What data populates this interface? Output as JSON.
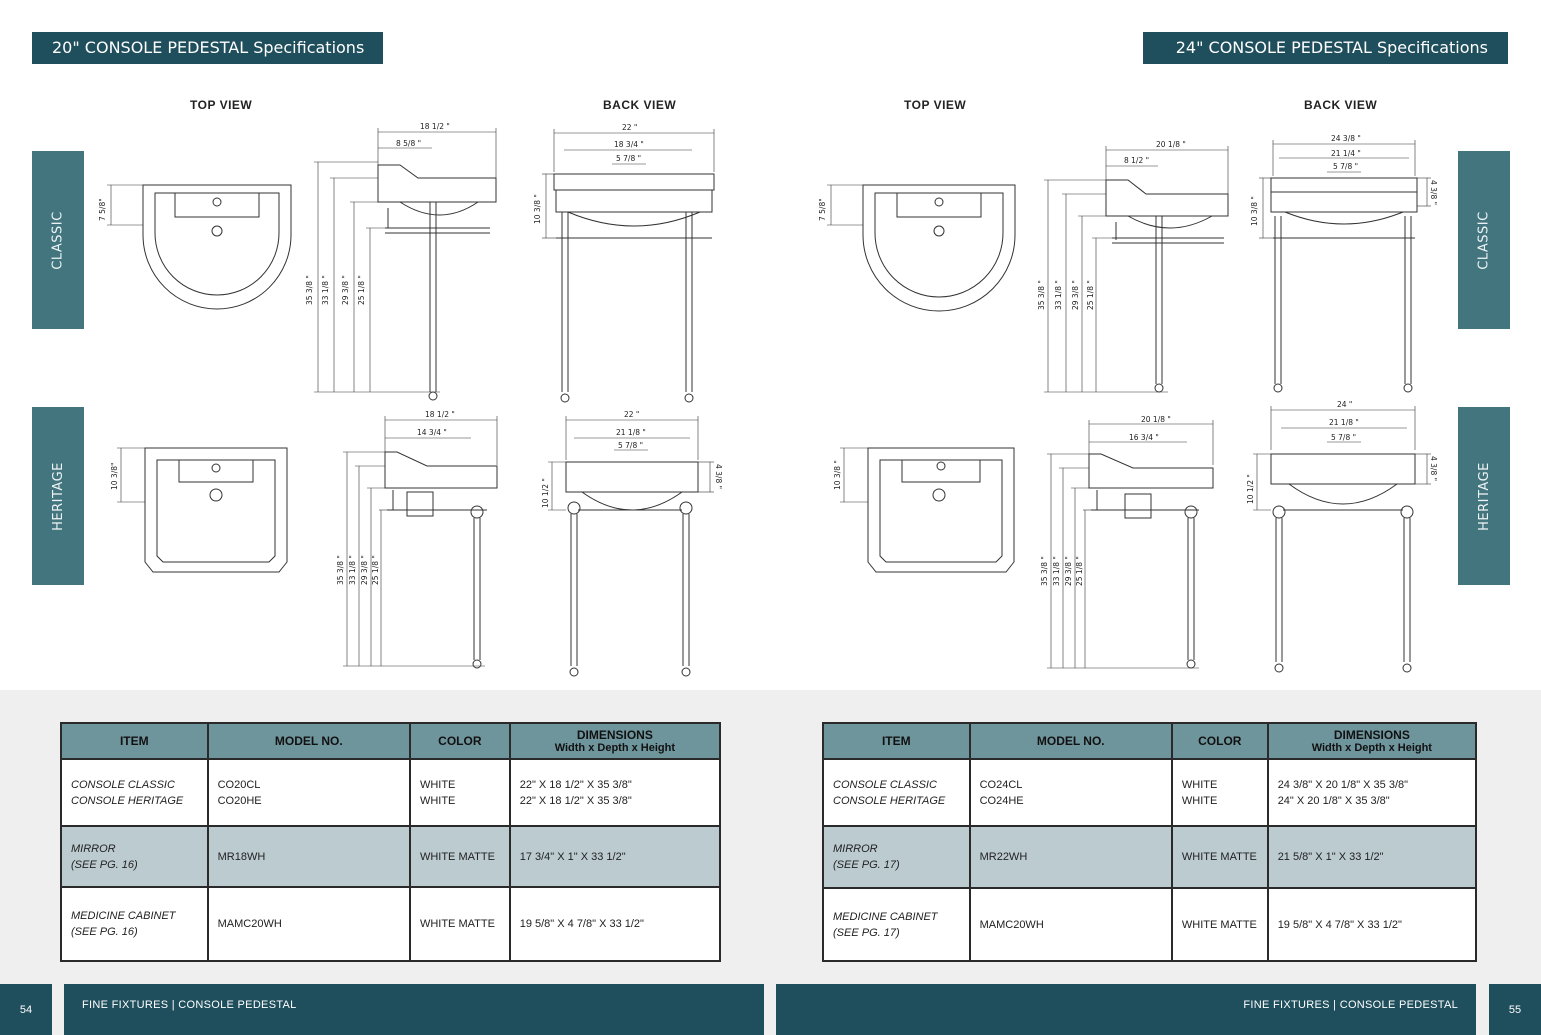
{
  "left": {
    "title": "20\" CONSOLE PEDESTAL Specifications",
    "top_view": "TOP VIEW",
    "back_view": "BACK VIEW",
    "classic_tab": "CLASSIC",
    "heritage_tab": "HERITAGE",
    "classic_dims": {
      "top_depth": "7 5/8\"",
      "side_total": "18 1/2 \"",
      "side_inner": "8 5/8 \"",
      "h1": "35 3/8 \"",
      "h2": "33 1/8 \"",
      "h3": "29 3/8 \"",
      "h4": "25 1/8 \"",
      "back_total": "22 \"",
      "back_inner": "18 3/4 \"",
      "back_faucet": "5 7/8 \"",
      "back_height": "10 3/8 \""
    },
    "heritage_dims": {
      "top_depth": "10 3/8\"",
      "side_total": "18 1/2 \"",
      "side_inner": "14 3/4 \"",
      "h1": "35 3/8 \"",
      "h2": "33 1/8 \"",
      "h3": "29 3/8 \"",
      "h4": "25 1/8 \"",
      "back_total": "22 \"",
      "back_inner": "21 1/8 \"",
      "back_faucet": "5 7/8 \"",
      "back_height": "10 1/2 \"",
      "back_right": "4 3/8 \""
    },
    "table": {
      "headers": {
        "item": "ITEM",
        "model": "MODEL NO.",
        "color": "COLOR",
        "dims": "DIMENSIONS",
        "dims_sub": "Width x Depth x Height"
      },
      "rows": [
        {
          "item1": "CONSOLE CLASSIC",
          "item2": "CONSOLE HERITAGE",
          "model1": "CO20CL",
          "model2": "CO20HE",
          "color1": "WHITE",
          "color2": "WHITE",
          "dim1": "22\" X 18 1/2\" X 35 3/8\"",
          "dim2": "22\" X 18 1/2\" X 35 3/8\""
        },
        {
          "item1": "MIRROR",
          "item2": "(SEE PG. 16)",
          "model1": "MR18WH",
          "color1": "WHITE MATTE",
          "dim1": "17 3/4\" X 1\" X 33 1/2\""
        },
        {
          "item1": "MEDICINE CABINET",
          "item2": "(SEE PG. 16)",
          "model1": "MAMC20WH",
          "color1": "WHITE MATTE",
          "dim1": "19 5/8\" X 4 7/8\" X 33 1/2\""
        }
      ]
    },
    "page_number": "54",
    "footer_brand": "FINE FIXTURES",
    "footer_sep": "|",
    "footer_section": "CONSOLE PEDESTAL"
  },
  "right": {
    "title": "24\" CONSOLE PEDESTAL Specifications",
    "top_view": "TOP VIEW",
    "back_view": "BACK VIEW",
    "classic_tab": "CLASSIC",
    "heritage_tab": "HERITAGE",
    "classic_dims": {
      "top_depth": "7 5/8\"",
      "side_total": "20 1/8 \"",
      "side_inner": "8 1/2 \"",
      "h1": "35 3/8 \"",
      "h2": "33 1/8 \"",
      "h3": "29 3/8 \"",
      "h4": "25 1/8 \"",
      "back_total": "24 3/8 \"",
      "back_inner": "21 1/4 \"",
      "back_faucet": "5 7/8 \"",
      "back_height": "10 3/8 \"",
      "back_right": "4 3/8 \""
    },
    "heritage_dims": {
      "top_depth": "10 3/8 \"",
      "side_total": "20 1/8 \"",
      "side_inner": "16 3/4 \"",
      "h1": "35 3/8 \"",
      "h2": "33 1/8 \"",
      "h3": "29 3/8 \"",
      "h4": "25 1/8 \"",
      "back_total": "24 \"",
      "back_inner": "21 1/8 \"",
      "back_faucet": "5 7/8 \"",
      "back_height": "10 1/2 \"",
      "back_right": "4 3/8 \""
    },
    "table": {
      "headers": {
        "item": "ITEM",
        "model": "MODEL NO.",
        "color": "COLOR",
        "dims": "DIMENSIONS",
        "dims_sub": "Width x Depth x Height"
      },
      "rows": [
        {
          "item1": "CONSOLE CLASSIC",
          "item2": "CONSOLE HERITAGE",
          "model1": "CO24CL",
          "model2": "CO24HE",
          "color1": "WHITE",
          "color2": "WHITE",
          "dim1": "24 3/8\" X 20 1/8\" X 35 3/8\"",
          "dim2": "24\" X 20 1/8\" X 35 3/8\""
        },
        {
          "item1": "MIRROR",
          "item2": "(SEE PG. 17)",
          "model1": "MR22WH",
          "color1": "WHITE MATTE",
          "dim1": "21 5/8\" X 1\" X 33 1/2\""
        },
        {
          "item1": "MEDICINE CABINET",
          "item2": "(SEE PG. 17)",
          "model1": "MAMC20WH",
          "color1": "WHITE MATTE",
          "dim1": "19 5/8\" X 4 7/8\" X 33 1/2\""
        }
      ]
    },
    "page_number": "55",
    "footer_brand": "FINE FIXTURES",
    "footer_sep": "|",
    "footer_section": "CONSOLE PEDESTAL"
  },
  "colors": {
    "teal_dark": "#1f4e5c",
    "teal_tab": "#43757f",
    "table_header": "#6f959c",
    "table_shade": "#bccbd0",
    "lower_bg": "#efefef"
  }
}
